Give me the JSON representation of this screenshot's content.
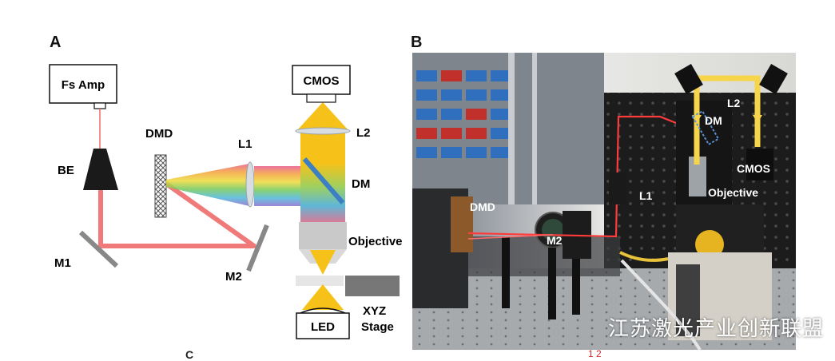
{
  "panel_a": {
    "letter": "A",
    "labels": {
      "fs_amp": "Fs Amp",
      "be": "BE",
      "m1": "M1",
      "dmd": "DMD",
      "l1": "L1",
      "m2": "M2",
      "cmos": "CMOS",
      "l2": "L2",
      "dm": "DM",
      "objective": "Objective",
      "led": "LED",
      "xyz_stage_line1": "XYZ",
      "xyz_stage_line2": "Stage"
    }
  },
  "panel_b": {
    "letter": "B",
    "labels": {
      "dmd": "DMD",
      "m2": "M2",
      "l1": "L1",
      "l2": "L2",
      "dm": "DM",
      "cmos": "CMOS",
      "objective": "Objective"
    },
    "watermark": "江苏激光产业创新联盟"
  },
  "footer_fragments": {
    "left": "C",
    "right": "1 2"
  },
  "colors": {
    "laser": "#f06b6b",
    "beam_yellow": "#f6c21a",
    "dm_blue": "#3d7fc4",
    "yellow_path_photo": "#f7d54a"
  }
}
